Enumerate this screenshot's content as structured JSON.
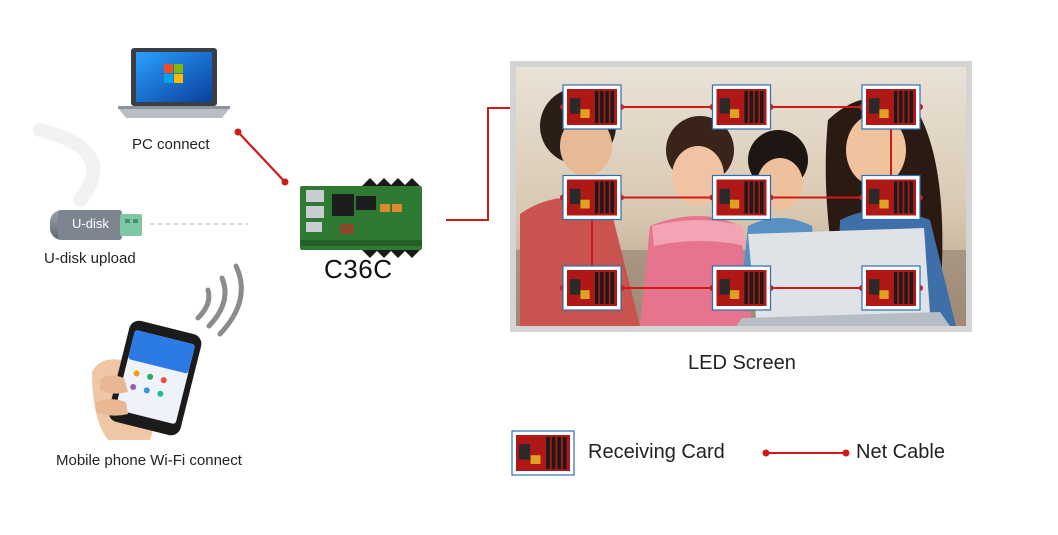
{
  "sources": {
    "pc_label": "PC connect",
    "udisk_label": "U-disk upload",
    "udisk_text": "U-disk",
    "mobile_label": "Mobile phone Wi-Fi connect"
  },
  "controller": {
    "name": "C36C"
  },
  "screen": {
    "title": "LED Screen",
    "grid_rows": 3,
    "grid_cols": 3
  },
  "legend": {
    "card_label": "Receiving Card",
    "cable_label": "Net Cable"
  },
  "colors": {
    "cable": "#d01a1a",
    "card_board": "#b01818",
    "frame": "#cfcfcf"
  }
}
